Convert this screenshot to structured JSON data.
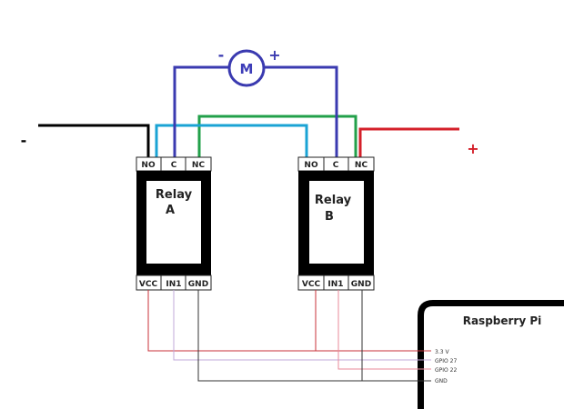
{
  "colors": {
    "motor": "#3a3ab0",
    "cyan": "#1aa3d4",
    "green": "#22a04a",
    "red": "#d4202a",
    "black": "#000000",
    "vcc": "#c8323a",
    "gpio27": "#c0a8d8",
    "gpio22": "#e88a9a",
    "gnd": "#333333"
  },
  "supply": {
    "negative_label": "-",
    "positive_label": "+"
  },
  "motor": {
    "label": "M",
    "minus": "-",
    "plus": "+"
  },
  "relays": [
    {
      "title_line1": "Relay",
      "title_line2": "A",
      "top_terminals": [
        "NO",
        "C",
        "NC"
      ],
      "bottom_terminals": [
        "VCC",
        "IN1",
        "GND"
      ]
    },
    {
      "title_line1": "Relay",
      "title_line2": "B",
      "top_terminals": [
        "NO",
        "C",
        "NC"
      ],
      "bottom_terminals": [
        "VCC",
        "IN1",
        "GND"
      ]
    }
  ],
  "pi": {
    "title": "Raspberry Pi",
    "pins": [
      "3.3 V",
      "GPIO 27",
      "GPIO 22",
      "GND"
    ]
  }
}
